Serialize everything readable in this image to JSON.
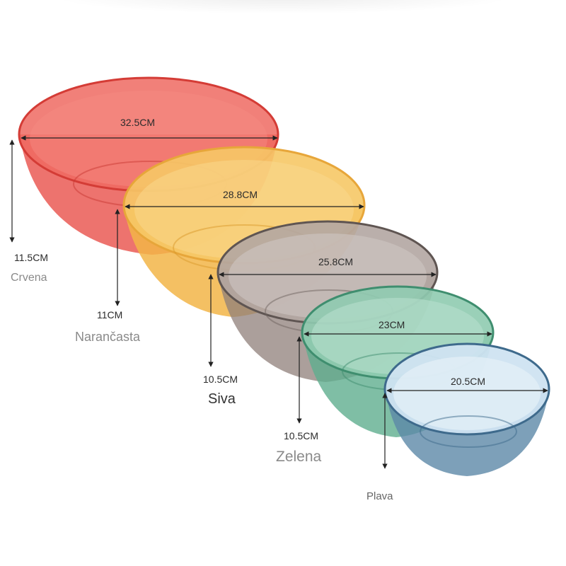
{
  "colors": {
    "red": "#e8504a",
    "orange": "#f2b548",
    "grey": "#8f7f7a",
    "green": "#5fae8e",
    "blue": "#5d88a8",
    "arrow": "#222222",
    "text": "#2b2b2b",
    "label_grey": "#8a8a8a"
  },
  "bowls": [
    {
      "name": "Crvena",
      "diameter": "32.5CM",
      "height": "11.5CM",
      "color": "red"
    },
    {
      "name": "Narančasta",
      "diameter": "28.8CM",
      "height": "11CM",
      "color": "orange"
    },
    {
      "name": "Siva",
      "diameter": "25.8CM",
      "height": "10.5CM",
      "color": "grey"
    },
    {
      "name": "Zelena",
      "diameter": "23CM",
      "height": "10.5CM",
      "color": "green"
    },
    {
      "name": "Plava",
      "diameter": "20.5CM",
      "height": "",
      "color": "blue"
    }
  ]
}
